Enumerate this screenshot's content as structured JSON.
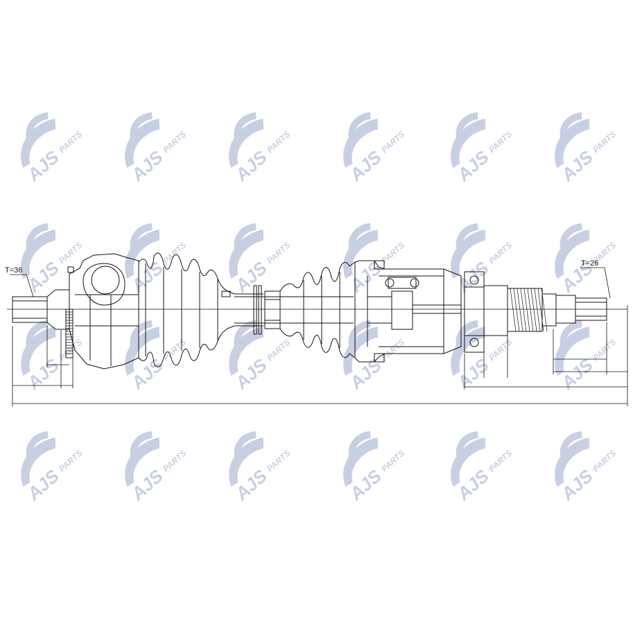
{
  "diagram": {
    "left_tooth_label": "T=36",
    "right_tooth_label": "T=26",
    "watermark": {
      "brand": "AJS",
      "suffix": "PARTS",
      "color": "#b7c0da"
    },
    "line_color": "#111111"
  }
}
